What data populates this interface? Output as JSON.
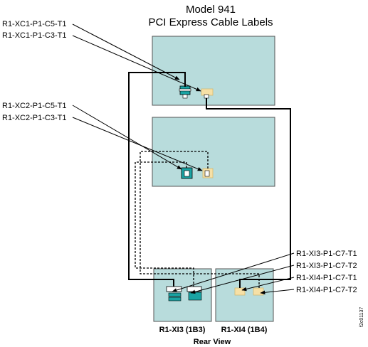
{
  "title": {
    "line1": "Model 941",
    "line2": "PCI Express Cable Labels"
  },
  "labels": {
    "xc1_c5": "R1-XC1-P1-C5-T1",
    "xc1_c3": "R1-XC1-P1-C3-T1",
    "xc2_c5": "R1-XC2-P1-C5-T1",
    "xc2_c3": "R1-XC2-P1-C3-T1",
    "xi3_t1": "R1-XI3-P1-C7-T1",
    "xi3_t2": "R1-XI3-P1-C7-T2",
    "xi4_t1": "R1-XI4-P1-C7-T1",
    "xi4_t2": "R1-XI4-P1-C7-T2"
  },
  "drawers": {
    "xi3": "R1-XI3 (1B3)",
    "xi4": "R1-XI4 (1B4)"
  },
  "footer": {
    "view": "Rear View",
    "figure_id": "f2c01137"
  },
  "colors": {
    "panel": "#b8dcdc",
    "teal_port": "#1aa3a3",
    "tan_port": "#f6e0a6",
    "line": "#000000"
  }
}
